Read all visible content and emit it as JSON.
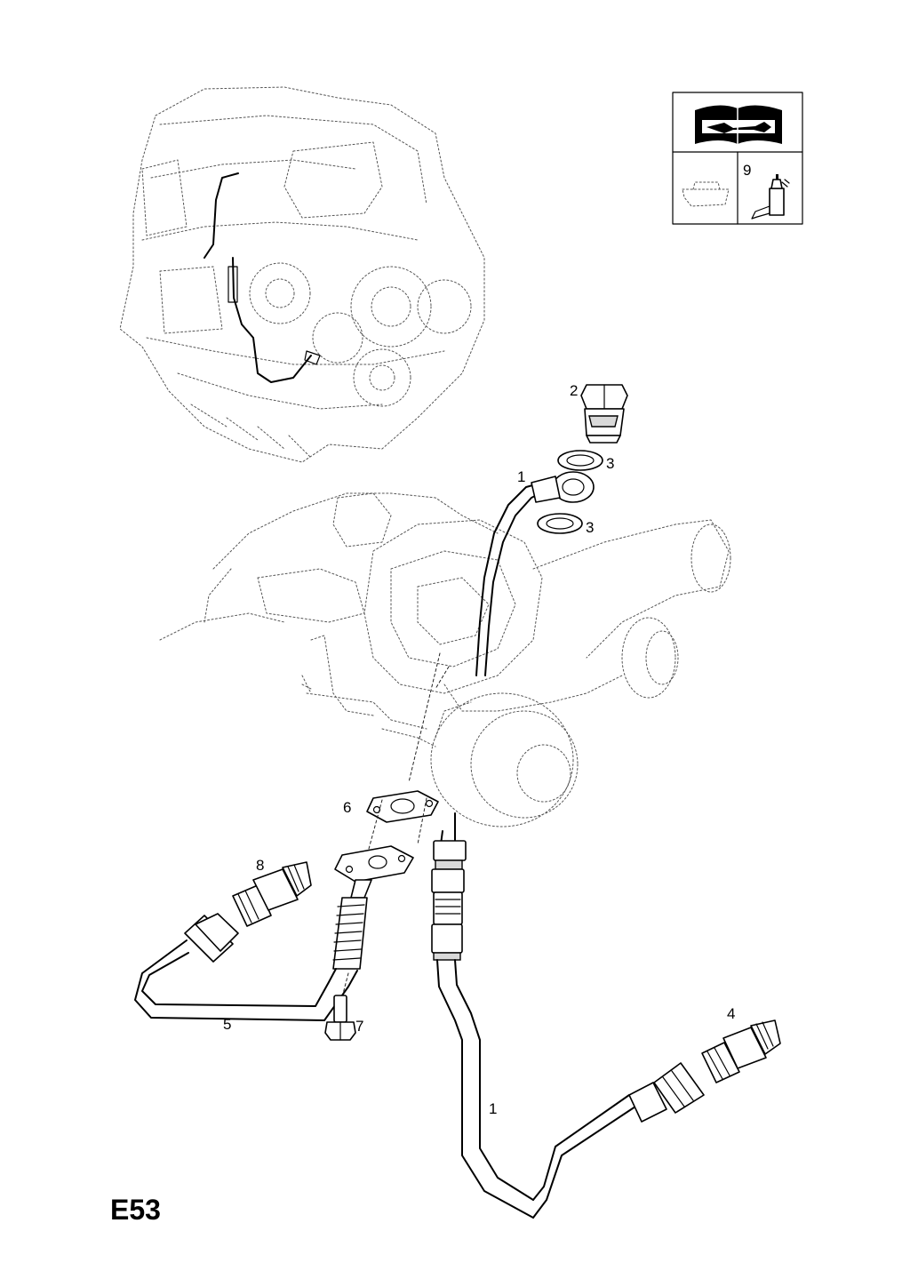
{
  "sheet": {
    "code": "E53"
  },
  "callouts": [
    "1",
    "2",
    "3",
    "3",
    "1",
    "4",
    "5",
    "6",
    "7",
    "8"
  ],
  "legend": {
    "item_number": "9"
  },
  "icons": [
    "manual-wrench-icon",
    "oil-pan-icon",
    "sealant-bottle-icon"
  ]
}
